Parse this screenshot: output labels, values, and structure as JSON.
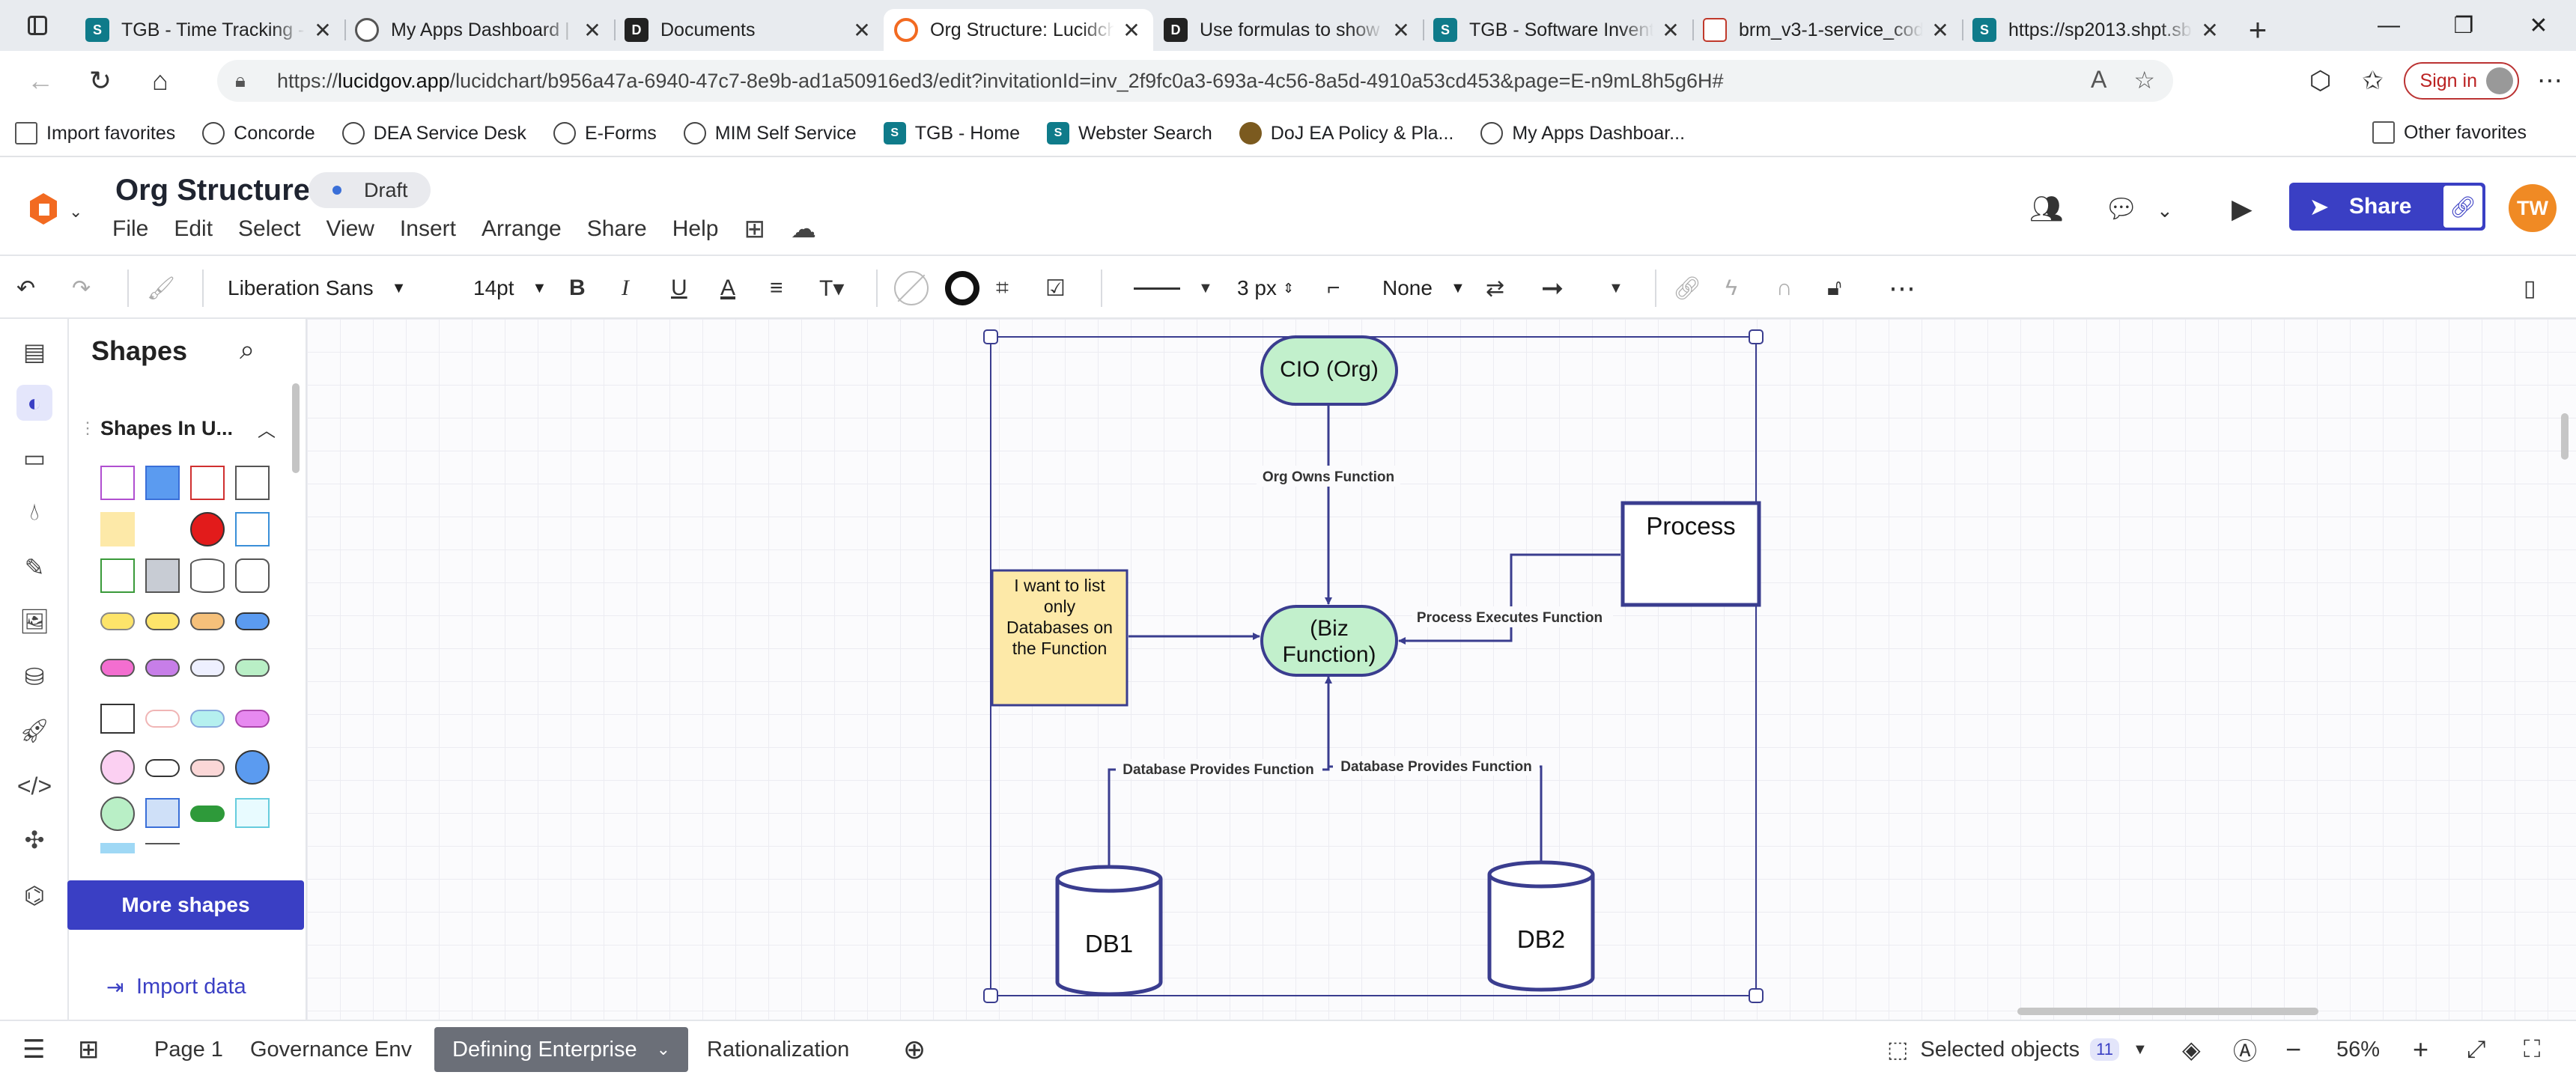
{
  "browser": {
    "tabs": [
      {
        "title": "TGB - Time Tracking - E",
        "icon": "sharepoint-icon"
      },
      {
        "title": "My Apps Dashboard | D",
        "icon": "apps-icon"
      },
      {
        "title": "Documents",
        "icon": "document-icon"
      },
      {
        "title": "Org Structure: Lucidcha",
        "icon": "lucid-icon",
        "active": true
      },
      {
        "title": "Use formulas to show da",
        "icon": "document-icon"
      },
      {
        "title": "TGB - Software Inventor",
        "icon": "sharepoint-icon"
      },
      {
        "title": "brm_v3-1-service_code",
        "icon": "pdf-icon"
      },
      {
        "title": "https://sp2013.shpt.sbi",
        "icon": "sharepoint-icon"
      }
    ],
    "url_prefix": "https://",
    "url_host": "lucidgov.app",
    "url_path": "/lucidchart/b956a47a-6940-47c7-8e9b-ad1a50916ed3/edit?invitationId=inv_2f9fc0a3-693a-4c56-8a5d-4910a53cd453&page=E-n9mL8h5g6H#",
    "sign_in": "Sign in",
    "favorites": [
      {
        "label": "Import favorites",
        "icon": "import-icon"
      },
      {
        "label": "Concorde",
        "icon": "globe-icon"
      },
      {
        "label": "DEA Service Desk",
        "icon": "globe-icon"
      },
      {
        "label": "E-Forms",
        "icon": "globe-icon"
      },
      {
        "label": "MIM Self Service",
        "icon": "globe-icon"
      },
      {
        "label": "TGB - Home",
        "icon": "sharepoint-icon"
      },
      {
        "label": "Webster Search",
        "icon": "sharepoint-icon"
      },
      {
        "label": "DoJ EA Policy & Pla...",
        "icon": "doj-icon"
      },
      {
        "label": "My Apps Dashboar...",
        "icon": "apps-icon"
      }
    ],
    "other_favorites": "Other favorites"
  },
  "app": {
    "doc_title": "Org Structure",
    "status": "Draft",
    "menu": [
      "File",
      "Edit",
      "Select",
      "View",
      "Insert",
      "Arrange",
      "Share",
      "Help"
    ],
    "share_label": "Share",
    "user_initials": "TW",
    "accent_color": "#3a3fc4"
  },
  "toolbar": {
    "font_family": "Liberation Sans",
    "font_size": "14pt",
    "line_width": "3 px",
    "line_start": "None"
  },
  "shapes_panel": {
    "title": "Shapes",
    "section": "Shapes In U...",
    "more_shapes": "More shapes",
    "import_data": "Import data"
  },
  "diagram": {
    "cio": "CIO (Org)",
    "biz_line1": "(Biz",
    "biz_line2": "Function)",
    "process": "Process",
    "note_lines": [
      "I want to list",
      "only",
      "Databases on",
      "the Function"
    ],
    "db1": "DB1",
    "db2": "DB2",
    "label_org": "Org Owns Function",
    "label_process": "Process Executes Function",
    "label_db1": "Database Provides Function",
    "label_db2": "Database Provides Function"
  },
  "bottom": {
    "pages": [
      "Page 1",
      "Governance Env",
      "Defining Enterprise",
      "Rationalization"
    ],
    "active_page": "Defining Enterprise",
    "selected_label": "Selected objects",
    "selected_count": "11",
    "zoom": "56%"
  }
}
